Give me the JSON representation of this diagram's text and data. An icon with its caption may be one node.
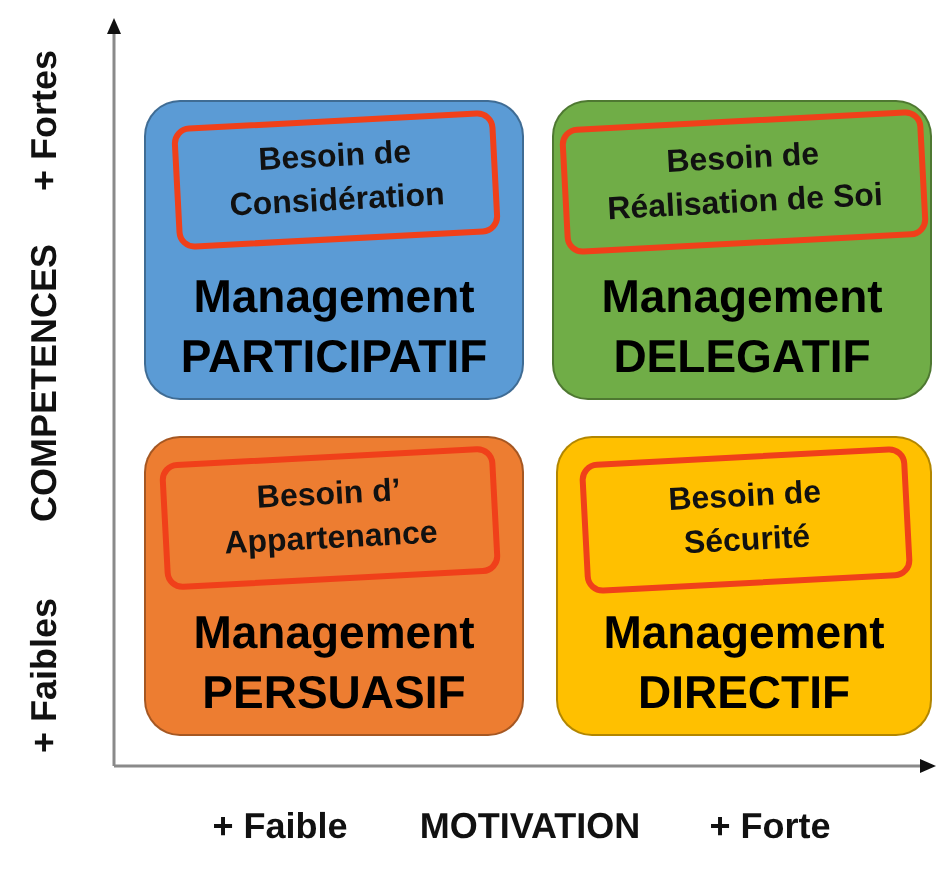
{
  "diagram": {
    "nodes": [
      {
        "text": [
          "Management PARTICIPATIF"
        ]
      },
      {
        "text": [
          "Besoin de Considération"
        ],
        "in": 0
      },
      {
        "text": [
          "Management DELEGATIF"
        ]
      },
      {
        "text": [
          "Besoin de Réalisation de Soi"
        ],
        "in": 2
      },
      {
        "text": [
          "Management PERSUASIF"
        ]
      },
      {
        "text": [
          "Besoin d’ Appartenance"
        ],
        "in": 4
      },
      {
        "text": [
          "Management DIRECTIF"
        ]
      },
      {
        "text": [
          "Besoin de Sécurité"
        ],
        "in": 6
      }
    ],
    "labels": [
      "+ Fortes",
      "COMPETENCES",
      "+ Faibles",
      "+ Faible",
      "MOTIVATION",
      "+ Forte"
    ]
  }
}
